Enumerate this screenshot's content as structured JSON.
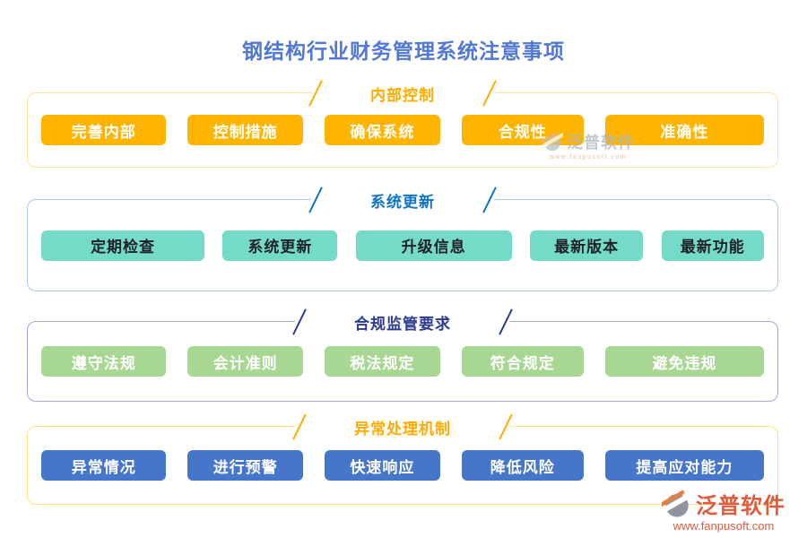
{
  "page": {
    "title": "钢结构行业财务管理系统注意事项",
    "title_color": "#5078D4",
    "background_color": "#FFFFFF"
  },
  "sections": [
    {
      "title": "内部控制",
      "accent_color": "#FFAC00",
      "border_color": "#FFE3A1",
      "button_bg": "#FFB400",
      "button_text_color": "#FFFFFF",
      "items": [
        "完善内部",
        "控制措施",
        "确保系统",
        "合规性",
        "准确性"
      ]
    },
    {
      "title": "系统更新",
      "accent_color": "#0E74C6",
      "border_color": "#A9C9EC",
      "button_bg": "#74DBC8",
      "button_text_color": "#1F2329",
      "items": [
        "定期检查",
        "系统更新",
        "升级信息",
        "最新版本",
        "最新功能"
      ]
    },
    {
      "title": "合规监管要求",
      "accent_color": "#2C3B92",
      "border_color": "#A2A8D8",
      "button_bg": "#A8D794",
      "button_text_color": "#FFFFFF",
      "items": [
        "遵守法规",
        "会计准则",
        "税法规定",
        "符合规定",
        "避免违规"
      ]
    },
    {
      "title": "异常处理机制",
      "accent_color": "#FFAB00",
      "border_color": "#FFE382",
      "button_bg": "#4576CA",
      "button_text_color": "#FFFFFF",
      "items": [
        "异常情况",
        "进行预警",
        "快速响应",
        "降低风险",
        "提高应对能力"
      ]
    }
  ],
  "watermarks": {
    "inline": {
      "brand": "泛普软件",
      "url": "www.fanpusoft.com"
    },
    "corner": {
      "brand": "泛普软件",
      "url": "www.fanpusoft.com"
    }
  }
}
